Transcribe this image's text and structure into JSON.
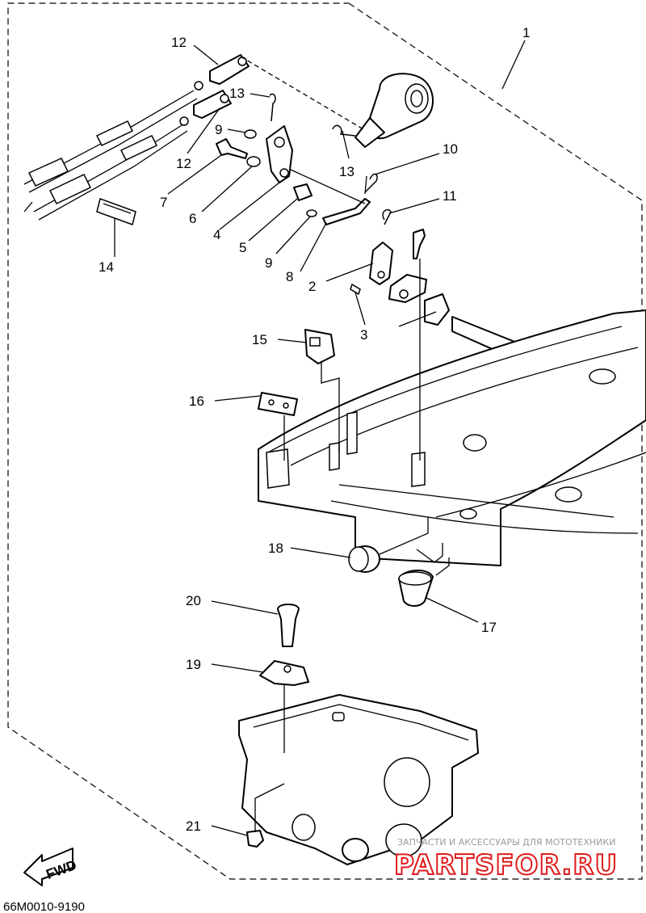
{
  "callouts": {
    "c1": "1",
    "c2": "2",
    "c3": "3",
    "c4": "4",
    "c5": "5",
    "c6": "6",
    "c7": "7",
    "c8": "8",
    "c9a": "9",
    "c9b": "9",
    "c10": "10",
    "c11": "11",
    "c12a": "12",
    "c12b": "12",
    "c13a": "13",
    "c13b": "13",
    "c14": "14",
    "c15": "15",
    "c16": "16",
    "c17": "17",
    "c18": "18",
    "c19": "19",
    "c20": "20",
    "c21": "21"
  },
  "fwd_label": "FWD",
  "diagram_code": "66M0010-9190",
  "watermark": {
    "tagline": "ЗАПЧАСТИ И АКСЕССУАРЫ ДЛЯ МОТОТЕХНИКИ",
    "brand": "PARTSFOR.RU"
  }
}
